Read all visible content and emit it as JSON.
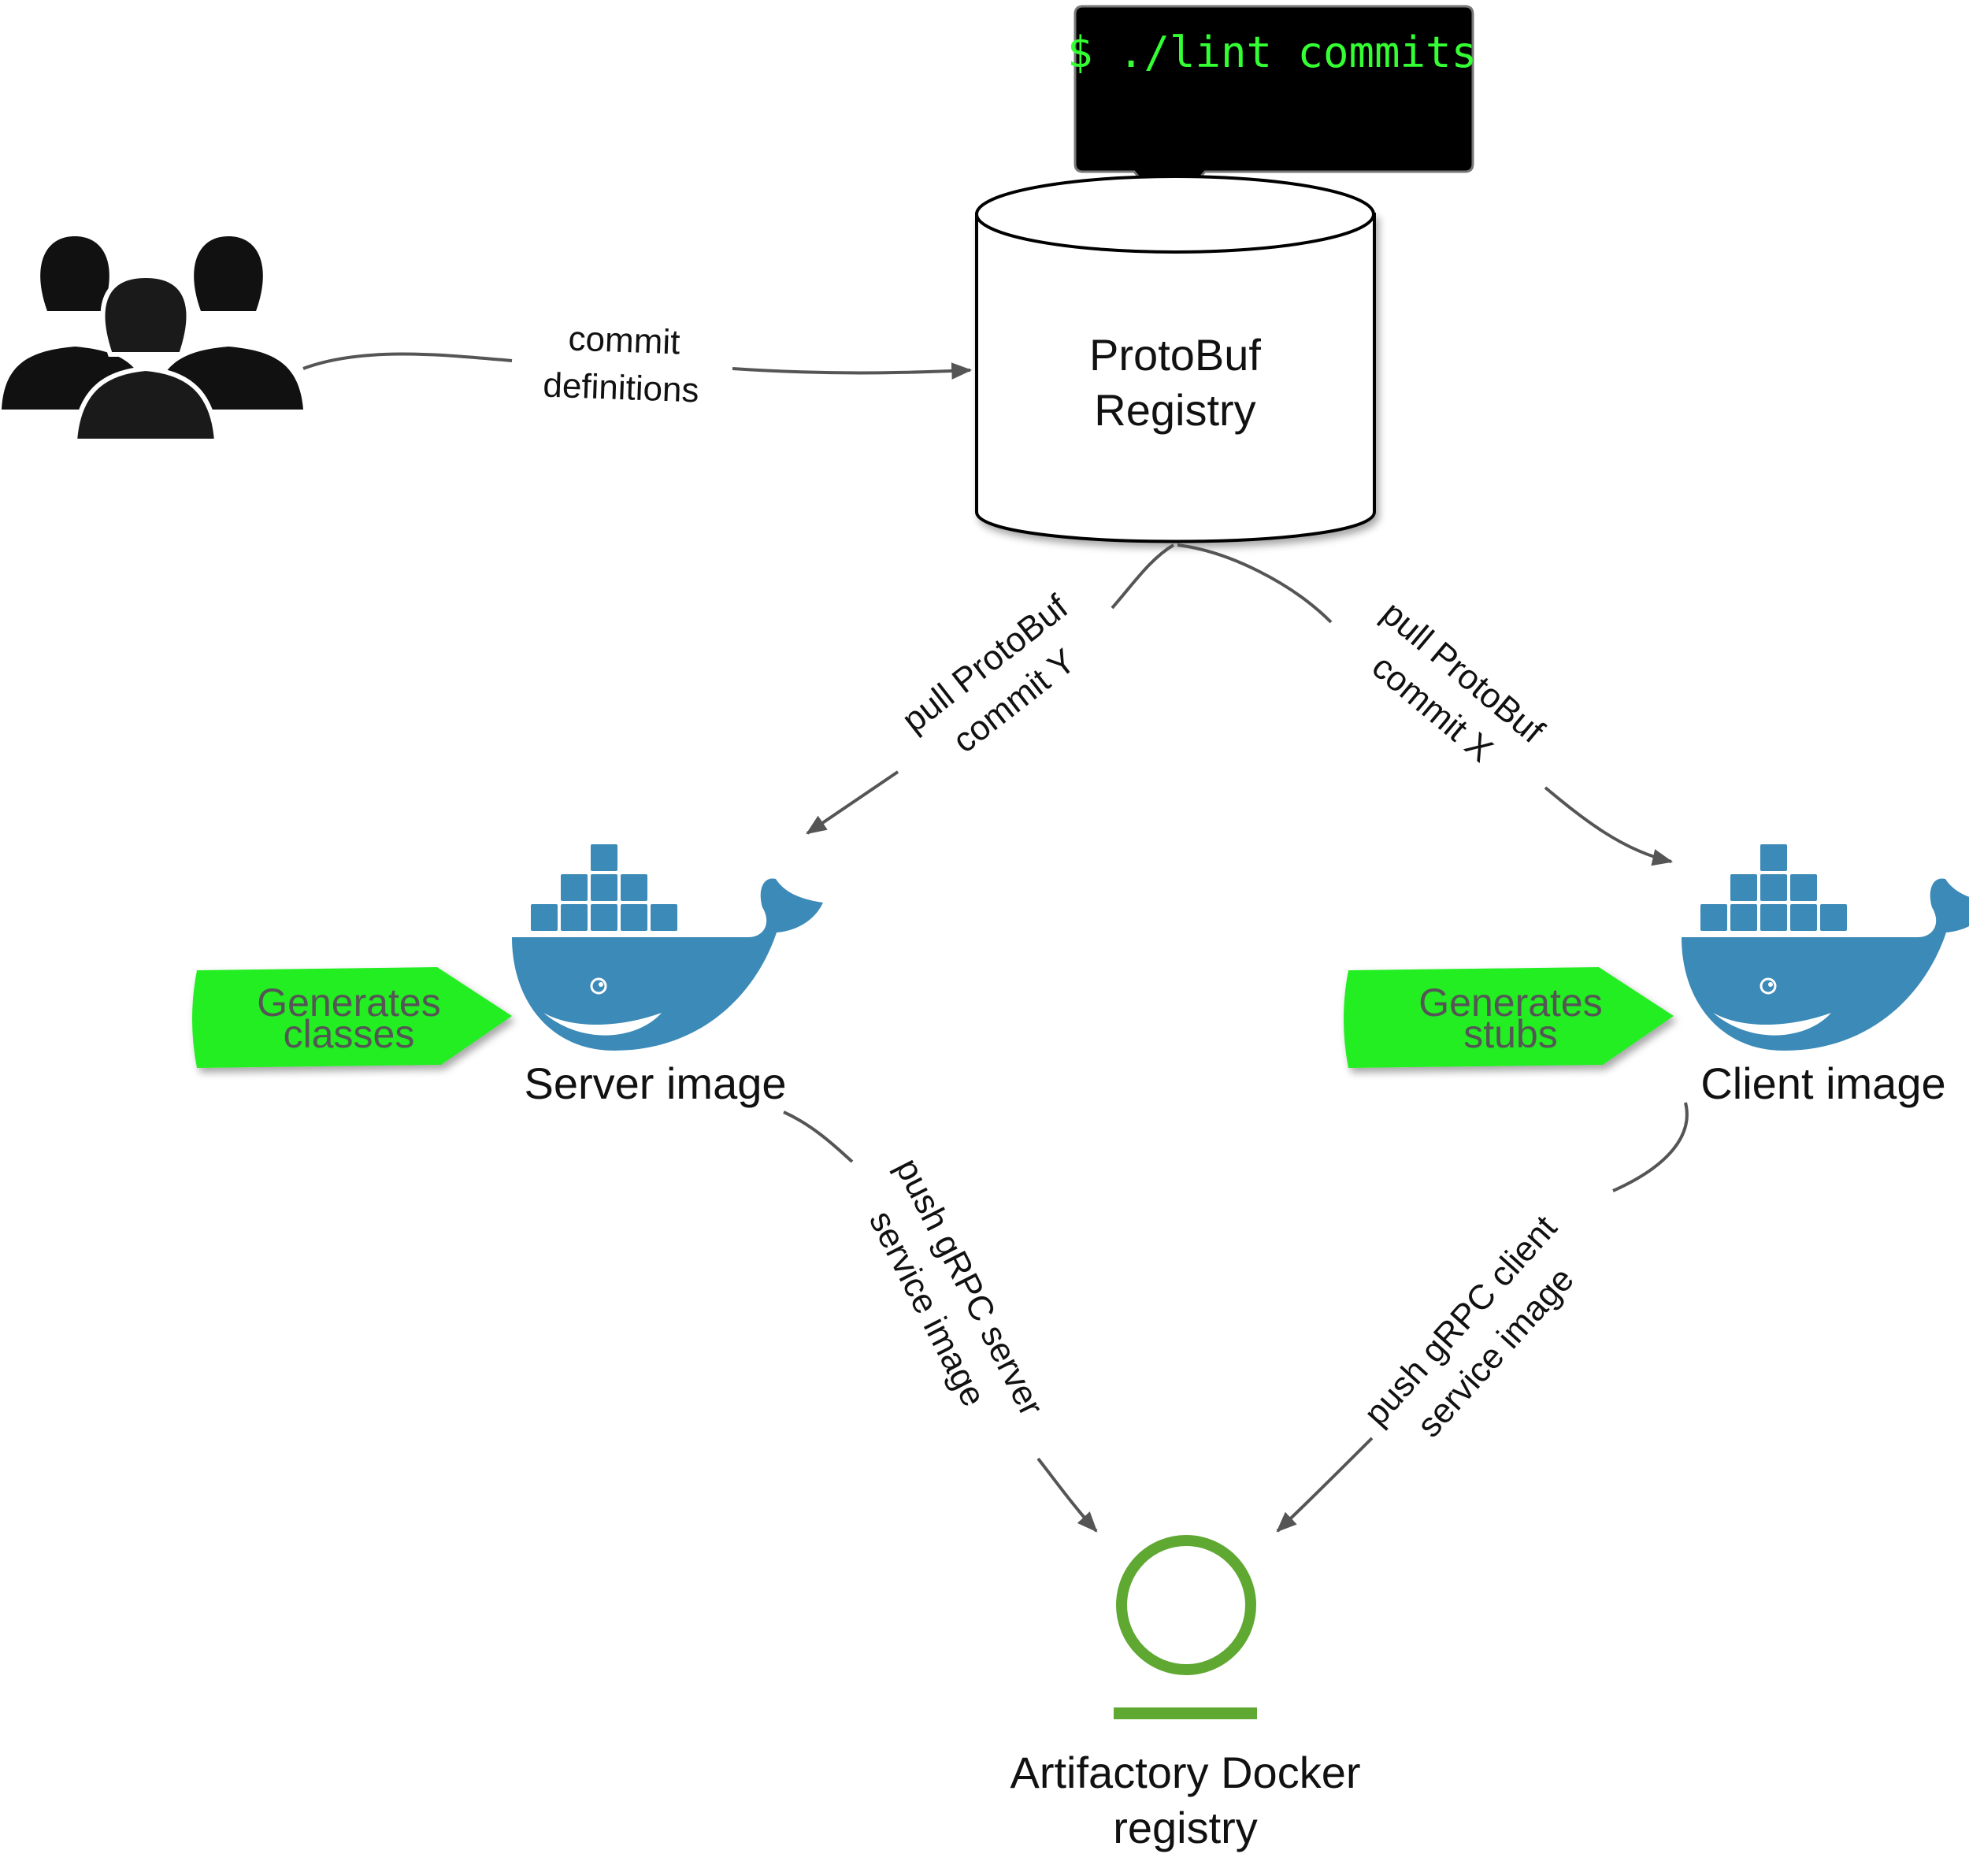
{
  "terminal": {
    "command": "$ ./lint commits",
    "text_color": "#33ff33",
    "bg_color": "#000000"
  },
  "registry": {
    "line1": "ProtoBuf",
    "line2": "Registry"
  },
  "users": {
    "icon": "users-group-icon"
  },
  "edges": {
    "commit": [
      "commit",
      "definitions"
    ],
    "pull_y": [
      "pull ProtoBuf",
      "commit Y"
    ],
    "pull_x": [
      "pull ProtoBuf",
      "commit X"
    ],
    "push_server": [
      "push gRPC server",
      "service image"
    ],
    "push_client": [
      "push gRPC client",
      "service image"
    ]
  },
  "server": {
    "label": "Server image",
    "tag": [
      "Generates",
      "classes"
    ],
    "icon": "docker-whale-icon"
  },
  "client": {
    "label": "Client image",
    "tag": [
      "Generates",
      "stubs"
    ],
    "icon": "docker-whale-icon"
  },
  "artifactory": {
    "line1": "Artifactory Docker",
    "line2": "registry",
    "icon": "artifactory-ring-icon",
    "color": "#5fa832"
  },
  "colors": {
    "docker_blue": "#3c8ab8",
    "tag_green": "#22ee22",
    "arrow": "#555555"
  }
}
